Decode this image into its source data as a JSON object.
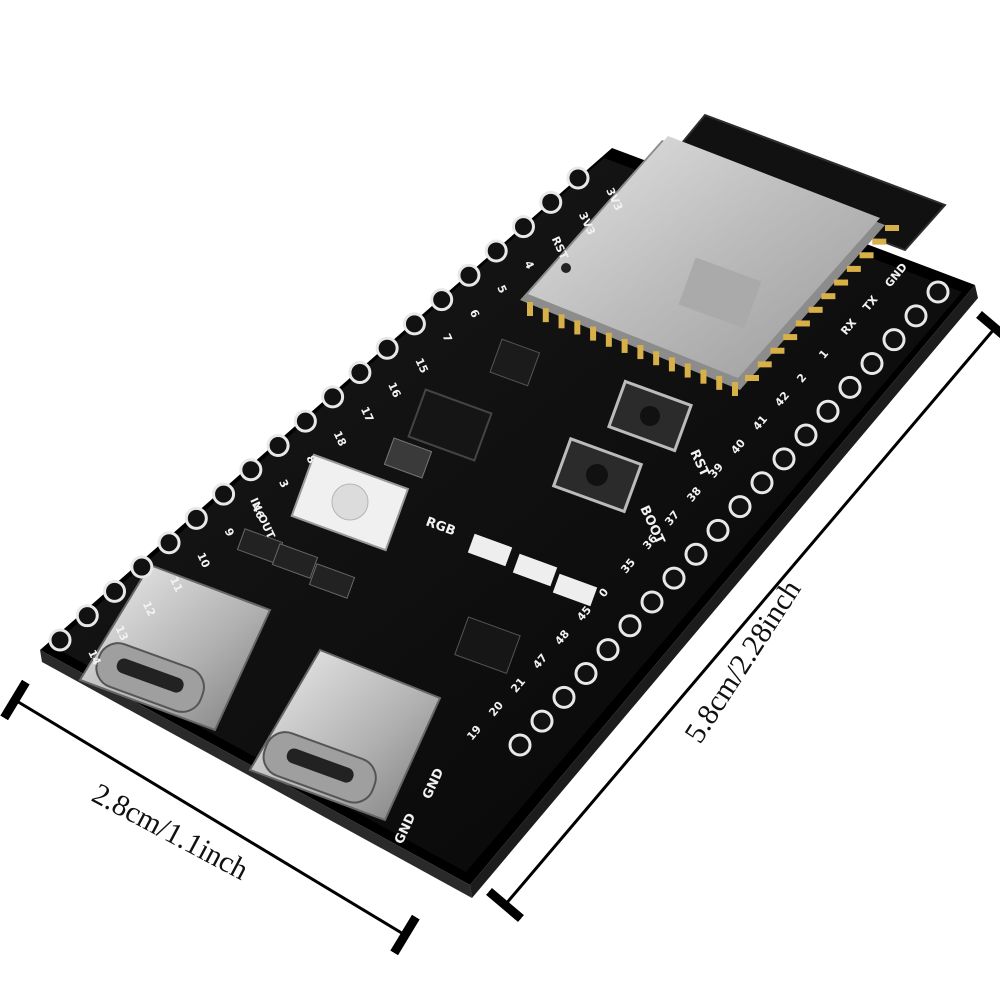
{
  "dimensions": {
    "width_label": "2.8cm/1.1inch",
    "length_label": "5.8cm/2.28inch"
  },
  "silkscreen": {
    "left_top": [
      "3V3",
      "3V3",
      "RST",
      "4",
      "5",
      "6",
      "7",
      "15",
      "16",
      "17",
      "18",
      "8",
      "3",
      "46",
      "9",
      "10",
      "11",
      "12",
      "13",
      "14"
    ],
    "right": [
      "GND",
      "TX",
      "RX",
      "1",
      "2",
      "42",
      "41",
      "40",
      "39",
      "38",
      "37",
      "36",
      "35",
      "0",
      "45",
      "48",
      "47",
      "21",
      "20",
      "19"
    ],
    "bottom": [
      "GND",
      "GND"
    ],
    "buttons": [
      "RST",
      "BOOT"
    ],
    "led": "RGB",
    "inout": "IN-OUT"
  },
  "colors": {
    "pcb": "#0b0b0b",
    "shield": "#c8c8c8",
    "silk": "#f2f2f2",
    "usb": "#bdbdbd"
  }
}
